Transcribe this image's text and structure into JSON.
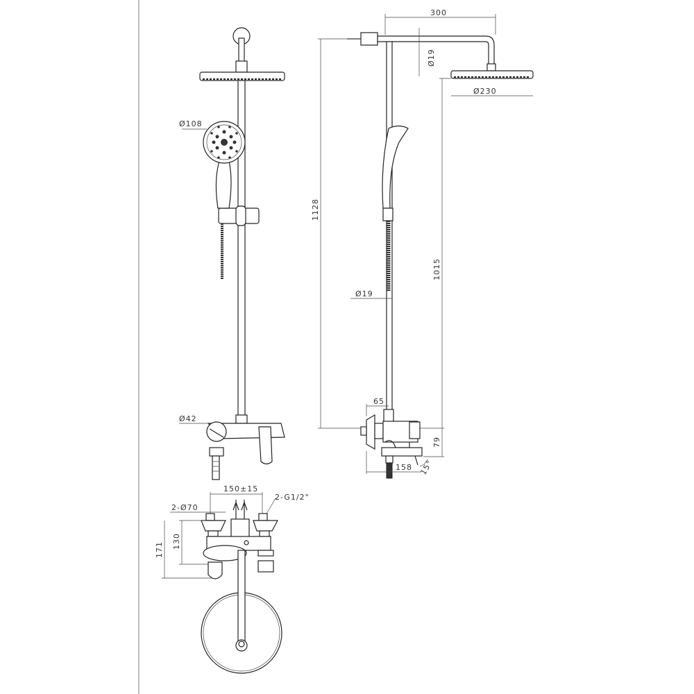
{
  "drawing": {
    "front_view": {
      "hand_shower_diameter": "Ø108",
      "mixer_diameter": "Ø42"
    },
    "side_view": {
      "arm_length": "300",
      "arm_pipe_diameter": "Ø19",
      "head_diameter": "Ø230",
      "total_height": "1128",
      "head_height_above_mixer": "1015",
      "rail_diameter": "Ø19",
      "mixer_projection": "65",
      "mixer_height": "79",
      "mixer_depth": "158",
      "spout_angle": "15°"
    },
    "top_view": {
      "center_distance": "150±15",
      "connection": "2-G1/2\"",
      "flange_diameter": "2-Ø70",
      "height_130": "130",
      "height_171": "171"
    }
  }
}
